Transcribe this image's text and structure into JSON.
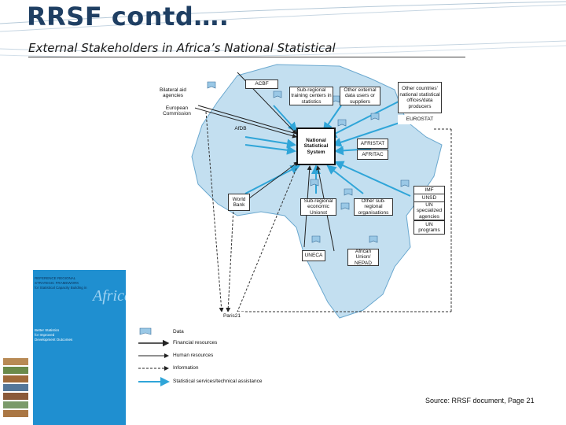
{
  "slide": {
    "title": "RRSF contd….",
    "subtitle": "External Stakeholders in Africa’s National Statistical",
    "source": "Source: RRSF document, Page 21"
  },
  "diagram": {
    "center": "National Statistical System",
    "nodes": {
      "bilateral": "Bilateral aid agencies",
      "eu": "European Commission",
      "acbf": "ACBF",
      "afdb": "AfDB",
      "subregional_training": "Sub-regional training centers in statistics",
      "other_users": "Other external data users or suppliers",
      "other_countries": "Other countries' national statistical offices/data producers",
      "eurostat": "EUROSTAT",
      "afristat": "AFRISTAT",
      "afritac": "AFRITAC",
      "world_bank": "World Bank",
      "subregional_economic": "Sub-regional economic Unionst",
      "other_subregional": "Other sub-regional organisations",
      "imf": "IMF",
      "unsd": "UNSD",
      "un_agencies": "UN specialized agencies",
      "un_programs": "UN programs",
      "uneca": "UNECA",
      "au": "African Union/ NEPAD",
      "paris21": "Paris21"
    },
    "legend": [
      {
        "label": "Data"
      },
      {
        "label": "Financial resources"
      },
      {
        "label": "Human resources"
      },
      {
        "label": "Information"
      },
      {
        "label": "Statistical services/technical assistance"
      }
    ]
  },
  "cover": {
    "lines": [
      "REFERENCE REGIONAL",
      "STRATEGIC FRAMEWORK",
      "for Statistical Capacity Building in"
    ],
    "africa": "Africa",
    "sub": [
      "Better Statistics",
      "for Improved",
      "Development Outcomes"
    ]
  },
  "colors": {
    "title": "#1f3f63",
    "map": "#c3dff0",
    "arrow_blue": "#2fa5d8",
    "cover": "#1f8fd0"
  }
}
